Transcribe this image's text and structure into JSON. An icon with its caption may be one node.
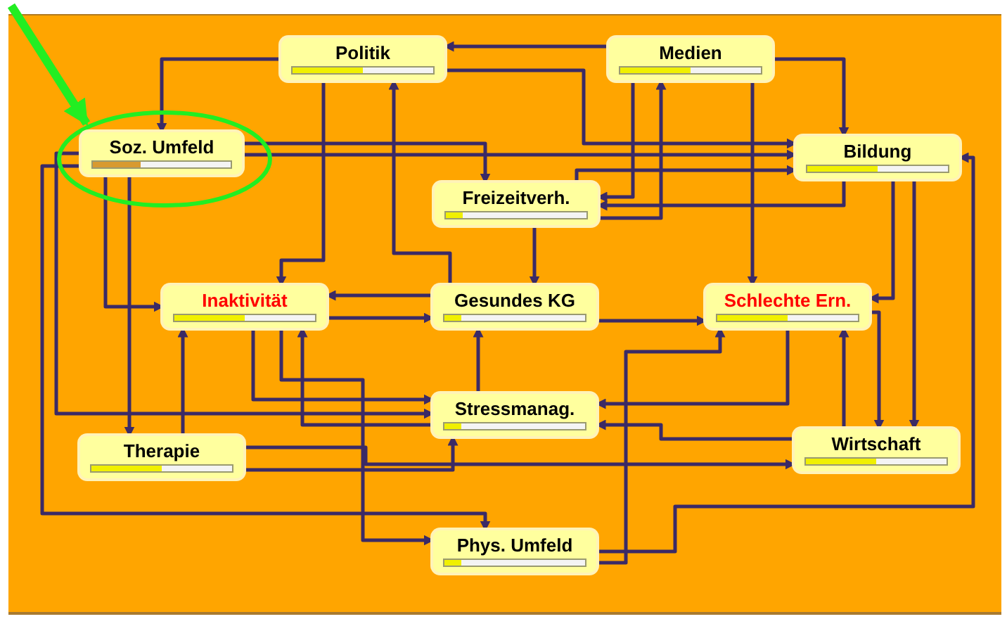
{
  "diagram": {
    "nodes": [
      {
        "text": [],
        "shape": "ellipse"
      },
      {
        "text": [
          "Soz. Umfeld"
        ],
        "in": 0
      },
      {
        "text": [
          "Politik"
        ]
      },
      {
        "text": [
          "Medien"
        ]
      },
      {
        "text": [
          "Bildung"
        ]
      },
      {
        "text": [
          "Freizeitverh."
        ]
      },
      {
        "text": [
          "Inaktivität"
        ]
      },
      {
        "text": [
          "Gesundes KG"
        ]
      },
      {
        "text": [
          "Schlechte Ern."
        ]
      },
      {
        "text": [
          "Stressmanag."
        ]
      },
      {
        "text": [
          "Therapie"
        ]
      },
      {
        "text": [
          "Wirtschaft"
        ]
      },
      {
        "text": [
          "Phys. Umfeld"
        ]
      }
    ],
    "edges": [
      {
        "from": 2,
        "to": 1,
        "arrow": "to"
      },
      {
        "from": 3,
        "to": 2,
        "arrow": "to"
      },
      {
        "from": 3,
        "to": 4,
        "arrow": "to"
      },
      {
        "from": 1,
        "to": 5,
        "arrow": "to"
      },
      {
        "from": 1,
        "to": 4,
        "arrow": "to"
      },
      {
        "from": 2,
        "to": 4,
        "arrow": "to"
      },
      {
        "from": 1,
        "to": 6,
        "arrow": "to"
      },
      {
        "from": 1,
        "to": 10,
        "arrow": "to"
      },
      {
        "from": 1,
        "to": 9,
        "arrow": "to"
      },
      {
        "from": 1,
        "to": 12,
        "arrow": "to"
      },
      {
        "from": 12,
        "to": 4,
        "arrow": "to"
      },
      {
        "from": 6,
        "to": 7,
        "arrow": "to"
      },
      {
        "from": 7,
        "to": 6,
        "arrow": "to"
      },
      {
        "from": 10,
        "to": 6,
        "arrow": "to"
      },
      {
        "from": 10,
        "to": 11,
        "arrow": "to"
      },
      {
        "from": 10,
        "to": 9,
        "arrow": "to"
      },
      {
        "from": 6,
        "to": 12,
        "arrow": "to"
      },
      {
        "from": 12,
        "to": 8,
        "arrow": "to"
      },
      {
        "from": 8,
        "to": 9,
        "arrow": "to"
      },
      {
        "from": 8,
        "to": 11,
        "arrow": "to"
      },
      {
        "from": 4,
        "to": 11,
        "arrow": "to"
      },
      {
        "from": 4,
        "to": 8,
        "arrow": "to"
      },
      {
        "from": 11,
        "to": 9,
        "arrow": "to"
      },
      {
        "from": 11,
        "to": 8,
        "arrow": "to"
      },
      {
        "from": 3,
        "to": 8,
        "arrow": "to"
      },
      {
        "from": 3,
        "to": 5,
        "arrow": "to"
      },
      {
        "from": 5,
        "to": 3,
        "arrow": "to"
      },
      {
        "from": 7,
        "to": 8,
        "arrow": "to"
      },
      {
        "from": 5,
        "to": 7,
        "arrow": "to"
      },
      {
        "from": 9,
        "to": 7,
        "arrow": "to"
      },
      {
        "from": 5,
        "to": 4,
        "arrow": "to"
      },
      {
        "from": 4,
        "to": 5,
        "arrow": "to"
      },
      {
        "from": 6,
        "to": 9,
        "arrow": "to"
      },
      {
        "from": 9,
        "to": 6,
        "arrow": "to"
      },
      {
        "from": 7,
        "to": 2,
        "arrow": "to"
      },
      {
        "from": 2,
        "to": 6,
        "arrow": "to"
      },
      {
        "from": null,
        "to": 0,
        "arrow": "to",
        "style": "thick",
        "color": "#22ee22"
      }
    ]
  }
}
